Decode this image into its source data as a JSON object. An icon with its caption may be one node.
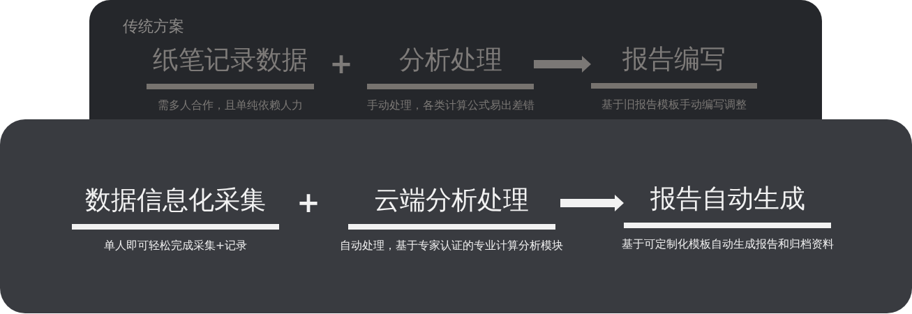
{
  "diagram": {
    "nodes": [
      {
        "text": [
          "传统方案"
        ]
      },
      {
        "text": [
          "纸笔记录数据"
        ],
        "in": 0,
        "beside": [
          "需多人合作，且单纯依赖人力"
        ]
      },
      {
        "text": [
          "分析处理"
        ],
        "in": 0,
        "beside": [
          "手动处理，各类计算公式易出差错"
        ]
      },
      {
        "text": [
          "报告编写"
        ],
        "in": 0,
        "beside": [
          "基于旧报告模板手动编写调整"
        ]
      },
      {
        "text": [],
        "shape": "box"
      },
      {
        "text": [
          "数据信息化采集"
        ],
        "in": 4,
        "beside": [
          "单人即可轻松完成采集+记录"
        ]
      },
      {
        "text": [
          "云端分析处理"
        ],
        "in": 4,
        "beside": [
          "自动处理，基于专家认证的专业计算分析模块"
        ]
      },
      {
        "text": [
          "报告自动生成"
        ],
        "in": 4,
        "beside": [
          "基于可定制化模板自动生成报告和归档资料"
        ]
      }
    ],
    "edges": [
      {
        "from": 2,
        "to": 3,
        "arrow": "to",
        "color": "#7b7876"
      },
      {
        "from": 6,
        "to": 7,
        "arrow": "to",
        "color": "#f2f2f2"
      }
    ],
    "labels": [
      "+",
      "+"
    ]
  }
}
